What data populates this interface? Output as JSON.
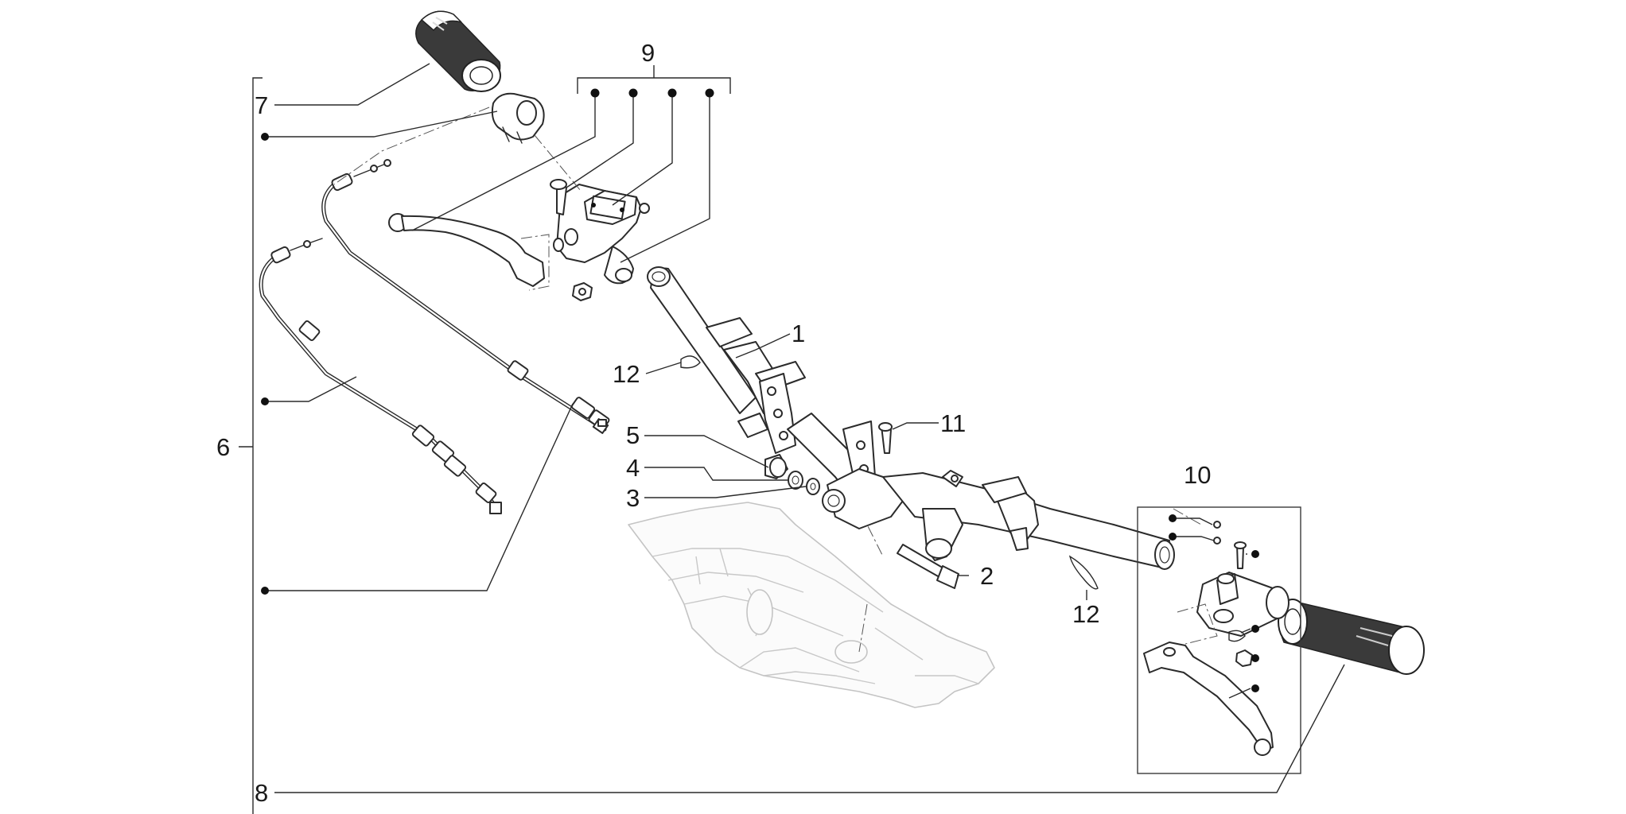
{
  "diagram": {
    "callouts": [
      {
        "id": "1",
        "label": "1"
      },
      {
        "id": "2",
        "label": "2"
      },
      {
        "id": "3",
        "label": "3"
      },
      {
        "id": "4",
        "label": "4"
      },
      {
        "id": "5",
        "label": "5"
      },
      {
        "id": "6",
        "label": "6"
      },
      {
        "id": "7",
        "label": "7"
      },
      {
        "id": "8",
        "label": "8"
      },
      {
        "id": "9",
        "label": "9"
      },
      {
        "id": "10",
        "label": "10"
      },
      {
        "id": "11",
        "label": "11"
      },
      {
        "id": "12a",
        "label": "12"
      },
      {
        "id": "12b",
        "label": "12"
      }
    ],
    "colors": {
      "line": "#2b2b2b",
      "ghost_body": "#c4c4c4",
      "grip": "#3a3a3a"
    }
  }
}
